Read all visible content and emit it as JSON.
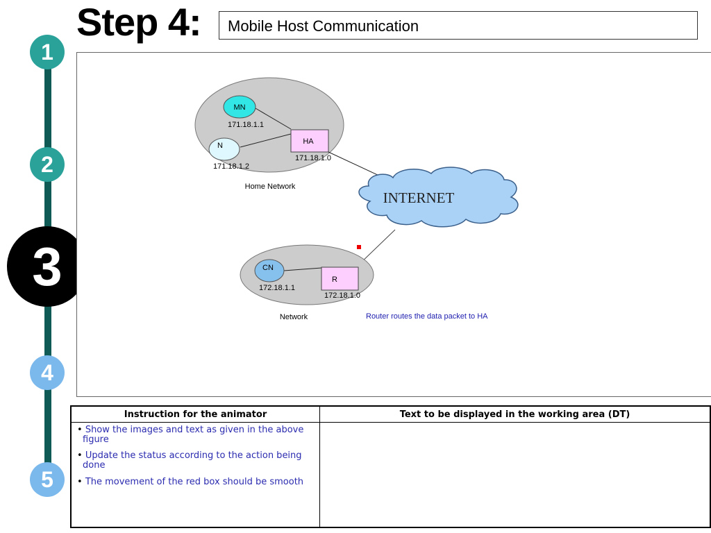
{
  "header": {
    "step_label": "Step 4:",
    "title": "Mobile Host Communication"
  },
  "timeline": {
    "steps": [
      "1",
      "2",
      "3",
      "4",
      "5"
    ],
    "current": "3",
    "colors": {
      "done": "#2aa29a",
      "current": "#000000",
      "upcoming": "#7bb8ec",
      "line": "#0f5a55"
    }
  },
  "diagram": {
    "home_network": {
      "label": "Home Network",
      "mn": {
        "label": "MN",
        "ip": "171.18.1.1"
      },
      "n": {
        "label": "N",
        "ip": "171.18.1.2"
      },
      "ha": {
        "label": "HA",
        "ip": "171.18.1.0"
      }
    },
    "internet": {
      "label": "INTERNET"
    },
    "network": {
      "label": "Network",
      "cn": {
        "label": "CN",
        "ip": "172.18.1.1"
      },
      "r": {
        "label": "R",
        "ip": "172.18.1.0"
      }
    },
    "status_text": "Router routes the data packet to HA",
    "colors": {
      "network_fill": "#cccccc",
      "mn": "#33e6e6",
      "n": "#dff7ff",
      "cn": "#86c1ee",
      "router_box": "#fccfff",
      "cloud": "#aad2f6",
      "status": "#2020b0",
      "packet": "#ee0000"
    }
  },
  "table": {
    "headers": [
      "Instruction for the animator",
      "Text to be displayed in the working area (DT)"
    ],
    "instructions": [
      "Show the images and text as given in the above figure",
      "Update the status according to the action being done",
      " The movement of the red box should be smooth"
    ],
    "display_text": ""
  }
}
